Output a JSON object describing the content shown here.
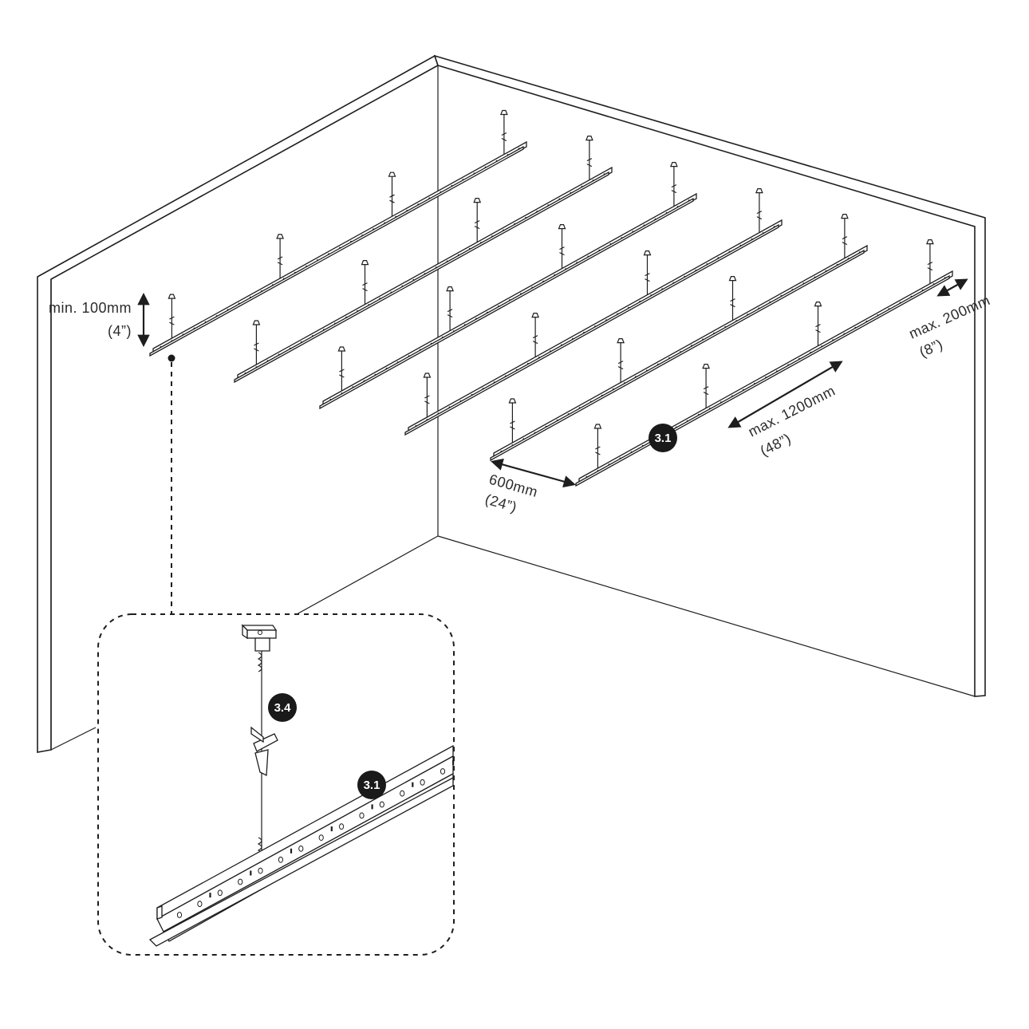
{
  "diagram": {
    "labels": {
      "min_height": "min. 100mm",
      "min_height_imperial": "(4”)",
      "max_wall": "max. 200mm",
      "max_wall_imperial": "(8”)",
      "max_span": "max. 1200mm",
      "max_span_imperial": "(48”)",
      "rail_spacing": "600mm",
      "rail_spacing_imperial": "(24”)"
    },
    "badges": {
      "rail_main": "3.1",
      "rail_detail": "3.1",
      "hanger_detail": "3.4"
    }
  }
}
